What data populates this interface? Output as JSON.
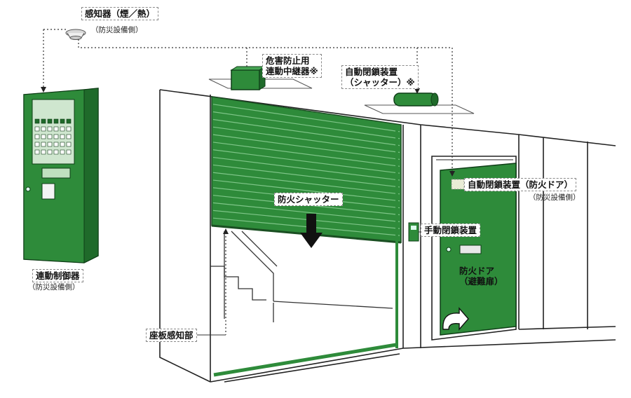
{
  "labels": {
    "detector": "感知器（煙／熱）",
    "detector_note": "（防災設備側）",
    "relay_line1": "危害防止用",
    "relay_line2": "連動中継器※",
    "closer_shutter_line1": "自動閉鎖装置",
    "closer_shutter_line2": "（シャッター）※",
    "closer_door": "自動閉鎖装置（防火ドア）",
    "closer_door_note": "（防災設備側）",
    "shutter": "防火シャッター",
    "manual_closer": "手動閉鎖装置",
    "fire_door_line1": "防火ドア",
    "fire_door_line2": "（避難扉）",
    "floor_sensor": "座板感知部",
    "control_panel": "連動制御器",
    "control_panel_note": "（防災設備側）"
  },
  "colors": {
    "equipment_green": "#2e8b3a",
    "dark_green": "#1f6a2a",
    "line": "#222222"
  },
  "icons": {
    "shutter_arrow": "arrow-down-icon",
    "door_swing": "curved-arrow-icon"
  }
}
